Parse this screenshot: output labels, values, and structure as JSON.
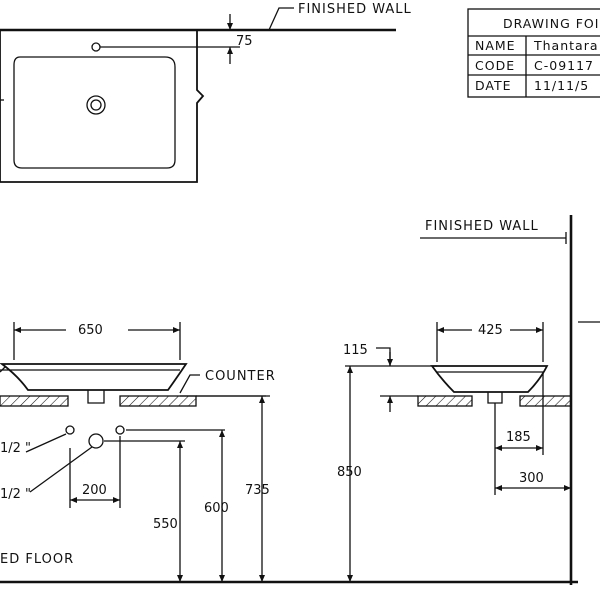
{
  "labels": {
    "finished_wall_top": "FINISHED WALL",
    "finished_wall_side": "FINISHED WALL",
    "counter": "COUNTER",
    "finished_floor": "ED FLOOR",
    "pipe_upper": "1/2 \"",
    "pipe_lower": "1/2 \""
  },
  "title_block": {
    "heading": "DRAWING FOI",
    "rows": [
      {
        "key": "NAME",
        "value": "Thantara"
      },
      {
        "key": "CODE",
        "value": "C-09117"
      },
      {
        "key": "DATE",
        "value": "11/11/5"
      }
    ]
  },
  "dimensions": {
    "wall_offset": "75",
    "front_width": "650",
    "side_width": "425",
    "height_basin": "115",
    "height_counter": "850",
    "drain_from_wall": "185",
    "counter_depth": "300",
    "pipe_spacing": "200",
    "height_pipe_low": "550",
    "height_pipe_mid": "600",
    "height_pipe_top": "735"
  }
}
